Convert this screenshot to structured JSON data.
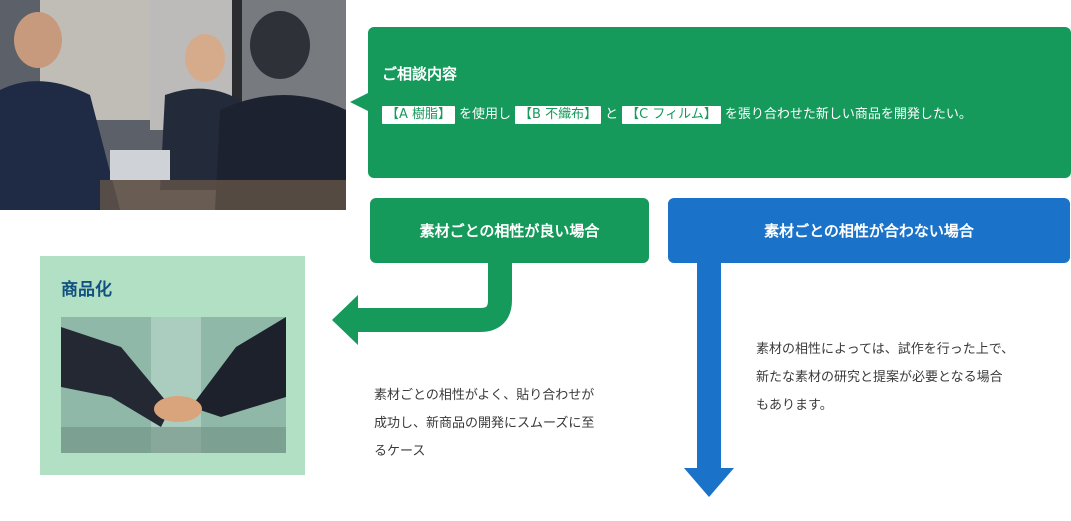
{
  "consultation": {
    "title": "ご相談内容",
    "parts": [
      "【A 樹脂】",
      "を使用し",
      "【B 不織布】",
      "と",
      "【C フィルム】",
      "を張り合わせた新しい商品を開発したい。"
    ]
  },
  "good_case": {
    "label": "素材ごとの相性が良い場合",
    "caption_lines": [
      "素材ごとの相性がよく、貼り合わせが",
      "成功し、新商品の開発にスムーズに至",
      "るケース"
    ]
  },
  "bad_case": {
    "label": "素材ごとの相性が合わない場合",
    "caption_lines": [
      "素材の相性によっては、試作を行った上で、",
      "新たな素材の研究と提案が必要となる場合",
      "もあります。"
    ]
  },
  "product": {
    "title": "商品化"
  },
  "colors": {
    "green": "#159a5b",
    "blue": "#1a72c9",
    "light_green": "#b2e0c4",
    "title_blue": "#12517f"
  }
}
